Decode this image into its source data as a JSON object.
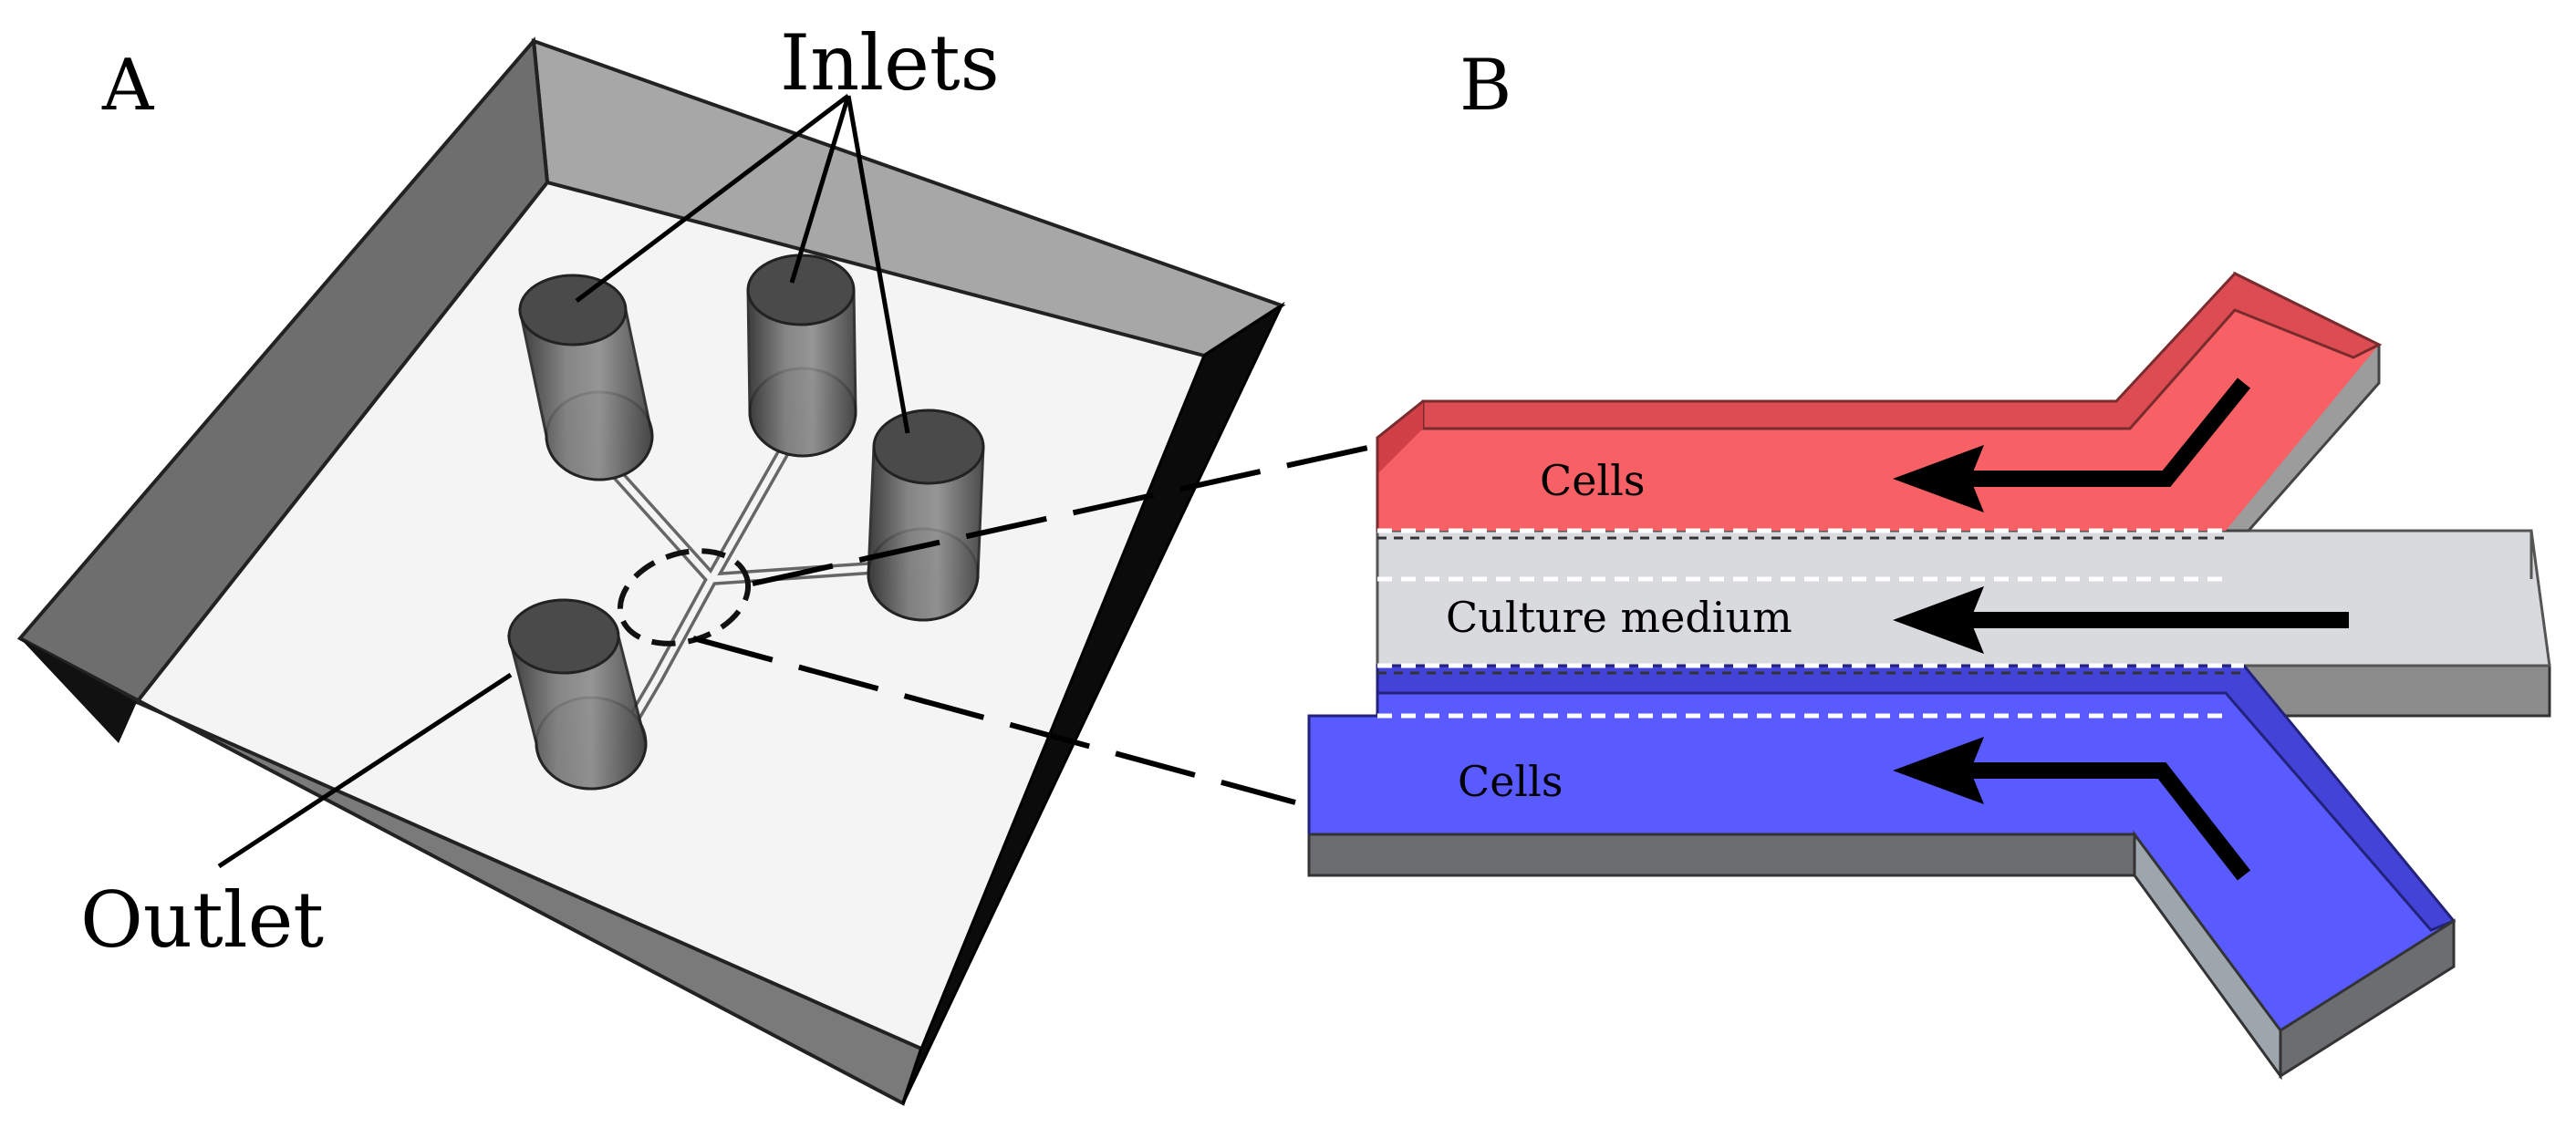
{
  "panel_a": {
    "letter": "A",
    "inlets_label": "Inlets",
    "outlet_label": "Outlet"
  },
  "panel_b": {
    "letter": "B",
    "top_channel_label": "Cells",
    "middle_channel_label": "Culture medium",
    "bottom_channel_label": "Cells"
  },
  "colors": {
    "top_channel": "#f76166",
    "bottom_channel": "#5a5bff",
    "middle_channel": "#d8dadd",
    "chip_wall_left": "#6e6e6e",
    "chip_wall_back": "#a7a7a7"
  },
  "icons": [
    "flow-arrow-icon",
    "zoom-circle-icon"
  ]
}
